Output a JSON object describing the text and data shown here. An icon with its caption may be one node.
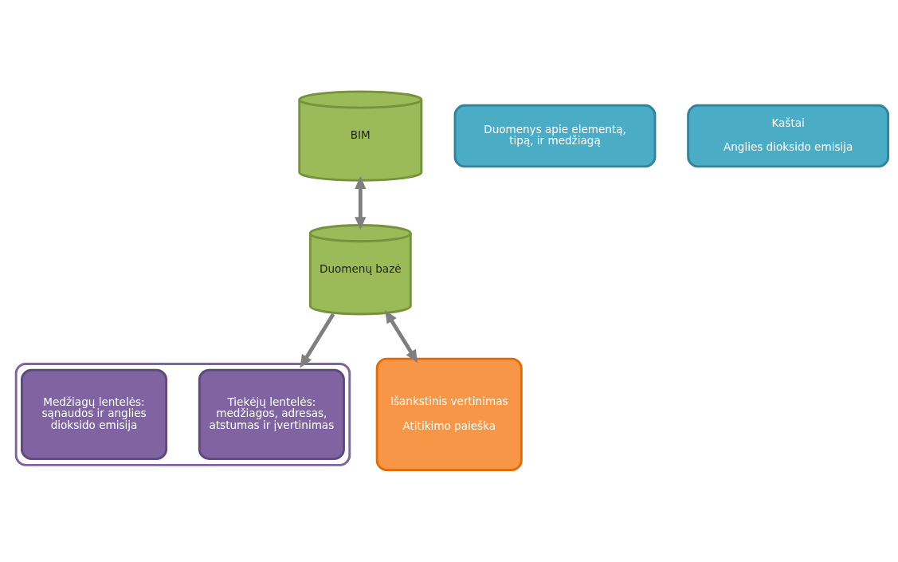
{
  "diagram": {
    "nodes": [
      {
        "text": [
          "BIM"
        ]
      },
      {
        "text": [
          "Duomenys apie elementą, tipą, ir medžiagą"
        ]
      },
      {
        "text": [
          "Kaštai",
          "Anglies dioksido emisija"
        ]
      },
      {
        "text": [],
        "shape": "box"
      },
      {
        "text": [
          "Tiekėjų lentelės: medžiagos, adresas, atstumas ir įvertinimas"
        ],
        "in": 3
      },
      {
        "text": [
          "Medžiagų lentelės: sąnaudos ir anglies dioksido emisija"
        ],
        "in": 3
      },
      {
        "text": [
          "Duomenų bazė"
        ]
      },
      {
        "text": [
          "Išankstinis vertinimas",
          "Atitikimo paieška"
        ]
      }
    ],
    "edges": [
      {
        "from": 0,
        "to": 6,
        "arrow": "both"
      },
      {
        "from": 6,
        "to": 3,
        "arrow": "to"
      },
      {
        "from": 6,
        "to": 7,
        "arrow": "both"
      }
    ]
  }
}
